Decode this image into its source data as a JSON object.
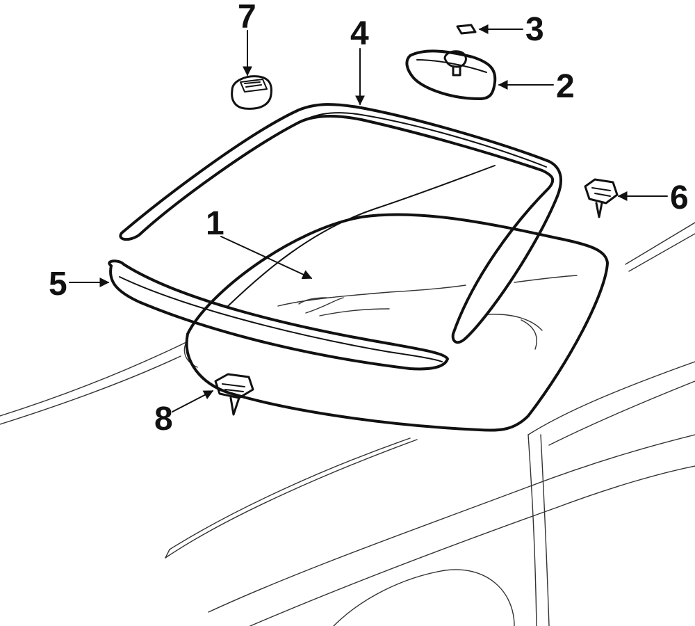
{
  "figure": {
    "type": "parts-exploded-view",
    "line_color": "#111111",
    "background": "#ffffff"
  },
  "callouts": [
    {
      "id": "1",
      "label": "1"
    },
    {
      "id": "2",
      "label": "2"
    },
    {
      "id": "3",
      "label": "3"
    },
    {
      "id": "4",
      "label": "4"
    },
    {
      "id": "5",
      "label": "5"
    },
    {
      "id": "6",
      "label": "6"
    },
    {
      "id": "7",
      "label": "7"
    },
    {
      "id": "8",
      "label": "8"
    }
  ]
}
